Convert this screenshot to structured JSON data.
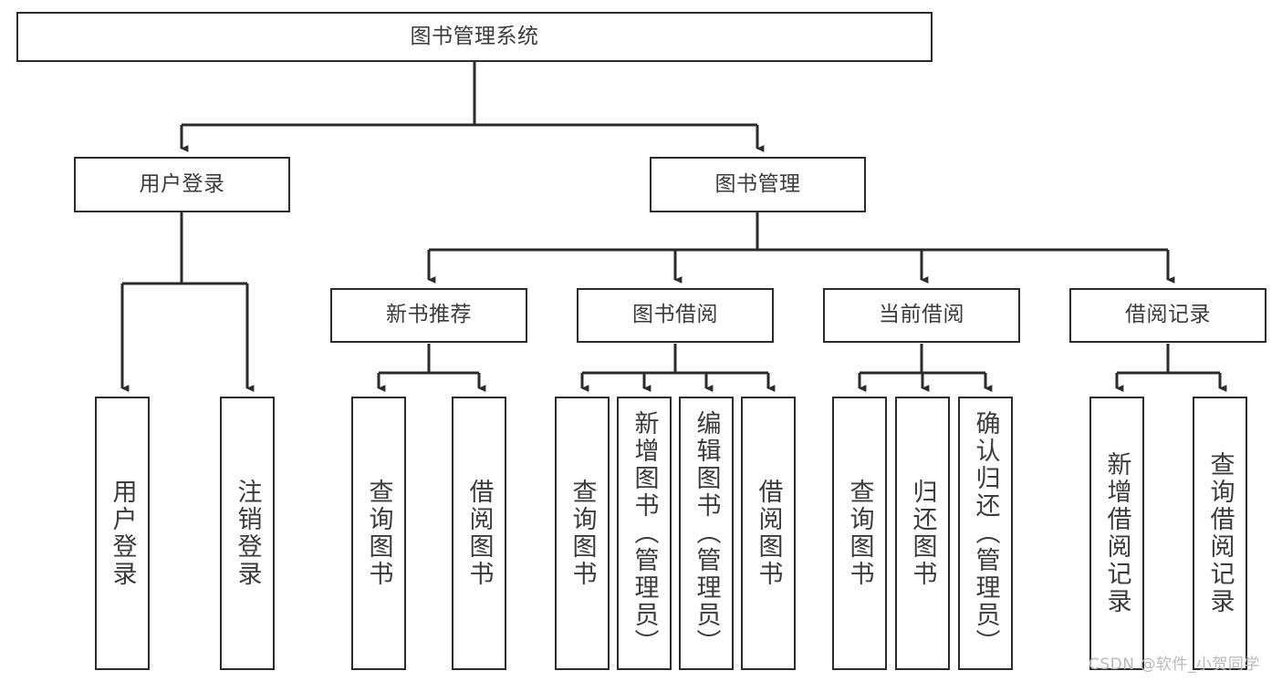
{
  "diagram": {
    "title": "图书管理系统",
    "type": "hierarchy-tree",
    "colors": {
      "stroke": "#2b2b2b",
      "text": "#3b3b3b",
      "background": "#ffffff",
      "watermark": "#b9b9b9"
    },
    "nodes": {
      "root": {
        "label": "图书管理系统"
      },
      "level2": [
        {
          "label": "用户登录"
        },
        {
          "label": "图书管理"
        }
      ],
      "level3": [
        {
          "label": "新书推荐"
        },
        {
          "label": "图书借阅"
        },
        {
          "label": "当前借阅"
        },
        {
          "label": "借阅记录"
        }
      ],
      "leaves": {
        "user_login": [
          {
            "label": "用户登录"
          },
          {
            "label": "注销登录"
          }
        ],
        "new_book_recommend": [
          {
            "label": "查询图书"
          },
          {
            "label": "借阅图书"
          }
        ],
        "book_borrow": [
          {
            "label": "查询图书"
          },
          {
            "label": "新增图书（管理员）"
          },
          {
            "label": "编辑图书（管理员）"
          },
          {
            "label": "借阅图书"
          }
        ],
        "current_borrow": [
          {
            "label": "查询图书"
          },
          {
            "label": "归还图书"
          },
          {
            "label": "确认归还（管理员）"
          }
        ],
        "borrow_records": [
          {
            "label": "新增借阅记录"
          },
          {
            "label": "查询借阅记录"
          }
        ]
      }
    },
    "watermark": "CSDN @软件_小贺同学"
  }
}
